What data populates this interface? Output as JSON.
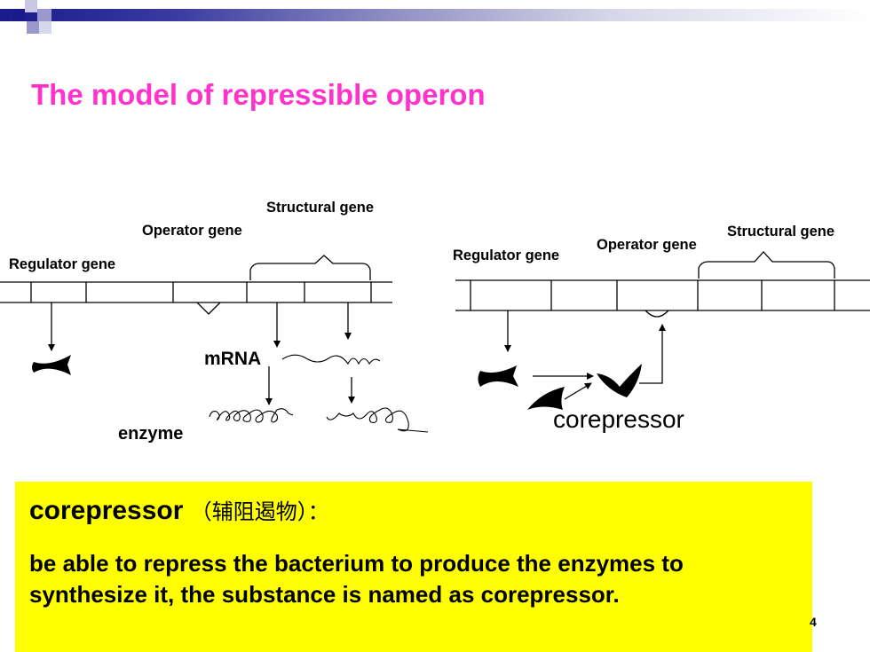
{
  "slide": {
    "title": "The model of repressible operon",
    "page_number": "4"
  },
  "diagram_left": {
    "regulator_label": "Regulator gene",
    "operator_label": "Operator gene",
    "structural_label": "Structural gene",
    "mrna_label": "mRNA",
    "enzyme_label": "enzyme"
  },
  "diagram_right": {
    "regulator_label": "Regulator gene",
    "operator_label": "Operator gene",
    "structural_label": "Structural gene",
    "corepressor_label": "corepressor"
  },
  "definition": {
    "term": "corepressor",
    "term_cn": "（辅阻遏物）：",
    "body": "be able to repress the bacterium to produce the enzymes to synthesize it,  the substance is named as corepressor."
  },
  "colors": {
    "title": "#ff33cc",
    "definition_background": "#ffff00",
    "header_bar_start": "#1a1a8c",
    "decor_square": "#9999cc"
  }
}
